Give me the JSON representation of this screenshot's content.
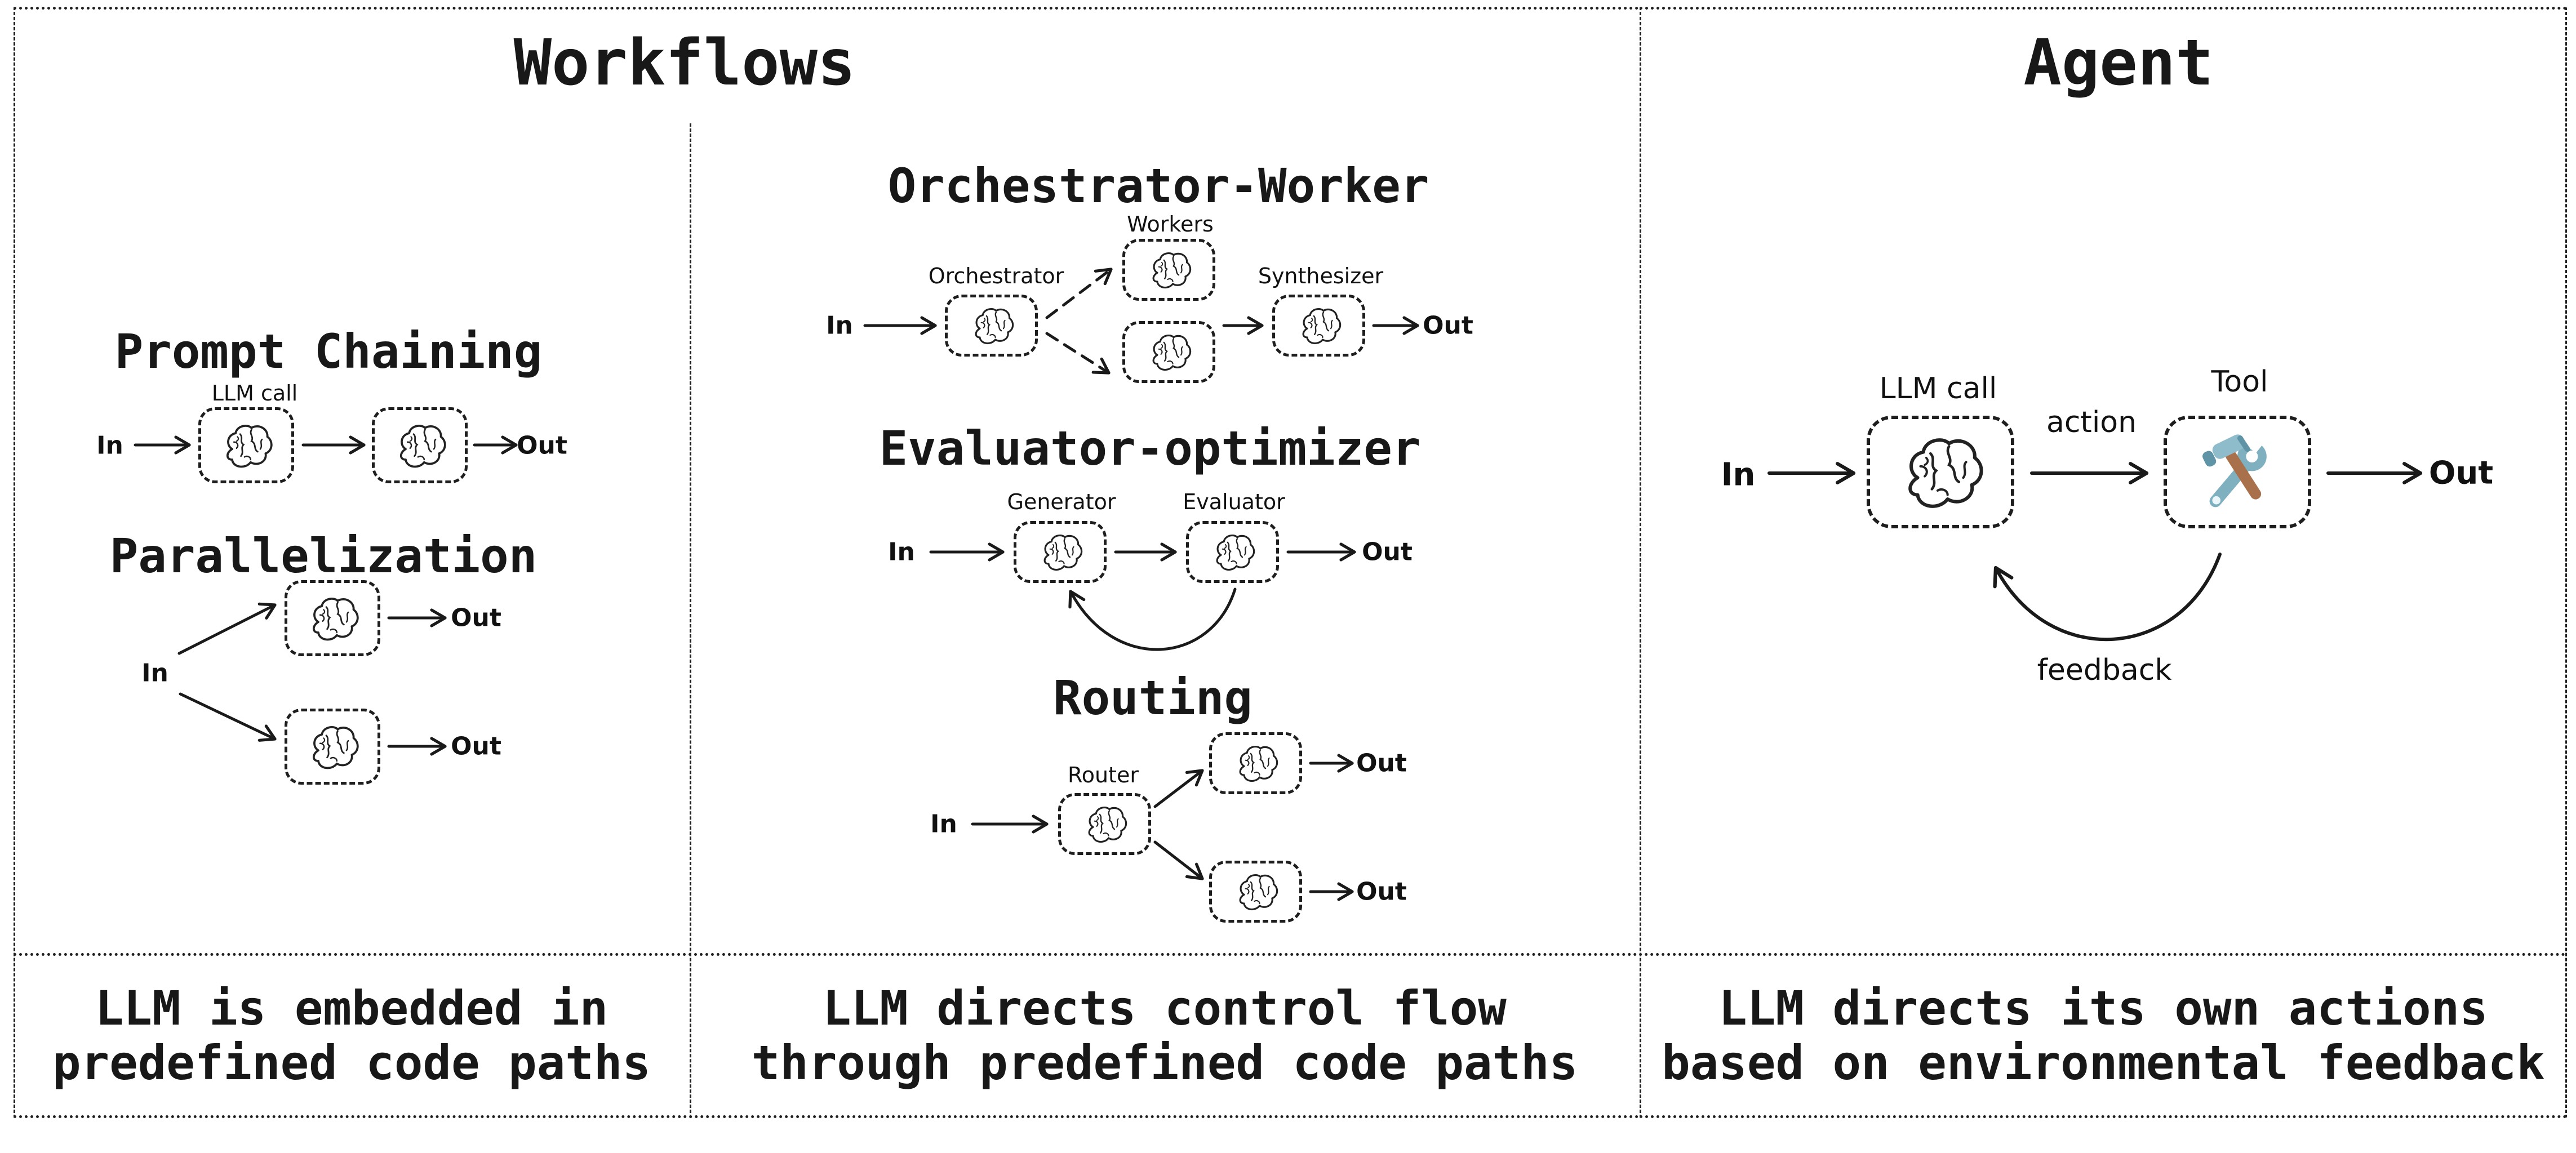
{
  "workflows": {
    "title": "Workflows",
    "prompt_chaining": {
      "title": "Prompt Chaining",
      "llm_call": "LLM call",
      "in": "In",
      "out": "Out"
    },
    "parallelization": {
      "title": "Parallelization",
      "in": "In",
      "out_top": "Out",
      "out_bottom": "Out"
    },
    "orchestrator_worker": {
      "title": "Orchestrator-Worker",
      "orchestrator": "Orchestrator",
      "workers": "Workers",
      "synthesizer": "Synthesizer",
      "in": "In",
      "out": "Out"
    },
    "evaluator_optimizer": {
      "title": "Evaluator-optimizer",
      "generator": "Generator",
      "evaluator": "Evaluator",
      "in": "In",
      "out": "Out"
    },
    "routing": {
      "title": "Routing",
      "router": "Router",
      "in": "In",
      "out_top": "Out",
      "out_bottom": "Out"
    },
    "caption_embedded": {
      "line1": "LLM is embedded in",
      "line2": "predefined code paths"
    },
    "caption_control": {
      "line1": "LLM directs control flow",
      "line2": "through predefined code paths"
    }
  },
  "agent": {
    "title": "Agent",
    "llm_call": "LLM call",
    "tool": "Tool",
    "action": "action",
    "feedback": "feedback",
    "in": "In",
    "out": "Out",
    "caption": {
      "line1": "LLM directs its own actions",
      "line2": "based on environmental feedback"
    }
  },
  "icons": {
    "node": "brain-sketch-icon",
    "tool": "hammer-and-wrench-icon"
  },
  "colors": {
    "ink": "#1a1a1a",
    "background": "#ffffff",
    "tool_blue": "#7fb0c0",
    "tool_blue_dark": "#5f93a6",
    "tool_handle_brown": "#a9714b"
  }
}
